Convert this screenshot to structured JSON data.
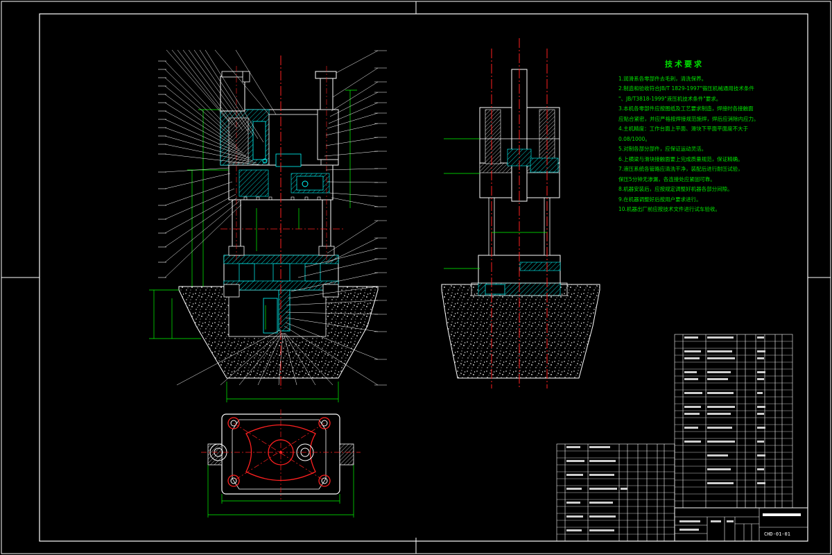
{
  "technical_requirements": {
    "title": "技术要求",
    "lines": [
      "1.润滑系各零部件去毛刺，清洗保养。",
      "2.制造和验收符合JB/T 1829-1997\"锻压机械通用技术条件",
      "\"、JB/T3818-1999\"液压机技术条件\"要求。",
      "3.本机各零部件应按图纸及工艺要求制造，焊接时各接触面",
      "应贴合紧密，并应严格按焊接规范施焊，焊后应消除内应力。",
      "4.主机精度：工作台面上平面、滑块下平面平面度不大于",
      "0.08/1000。",
      "5.对制各部分部件，应保证运动灵活。",
      "6.上横梁与滑块接触面要上完成质量规范，保证精确。",
      "7.液压系统各管路应清洗干净，装配后进行耐压试验，",
      "保压5分钟无渗漏，各连接处应紧固可靠。",
      "8.机器安装后，应按规定调整好机器各部分间隙。",
      "9.在机器调整好后按用户要求进行。",
      "10.机器出厂前应按技术文件进行试车验收。"
    ]
  },
  "title_block": {
    "drawing_code": "CHD-01-01"
  },
  "colors": {
    "line": "#ffffff",
    "part": "#00ffff",
    "center": "#ff2020",
    "dimension": "#00ff00",
    "leader": "#ffffff",
    "title_yellow": "#ffff00"
  }
}
